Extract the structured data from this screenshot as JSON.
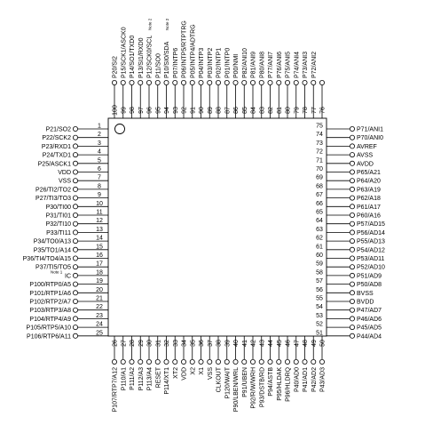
{
  "package": {
    "left_pins": [
      {
        "num": "1",
        "label": "P21/SO2"
      },
      {
        "num": "2",
        "label": "P22/SCK2"
      },
      {
        "num": "3",
        "label": "P23/RXD1"
      },
      {
        "num": "4",
        "label": "P24/TXD1"
      },
      {
        "num": "5",
        "label": "P25/ASCK1"
      },
      {
        "num": "6",
        "label": "VDD"
      },
      {
        "num": "7",
        "label": "VSS"
      },
      {
        "num": "8",
        "label": "P26/TI2/TO2"
      },
      {
        "num": "9",
        "label": "P27/TI3/TO3"
      },
      {
        "num": "10",
        "label": "P30/TI00"
      },
      {
        "num": "11",
        "label": "P31/TI01"
      },
      {
        "num": "12",
        "label": "P32/TI10"
      },
      {
        "num": "13",
        "label": "P33/TI11"
      },
      {
        "num": "14",
        "label": "P34/TO0/A13"
      },
      {
        "num": "15",
        "label": "P35/TO1/A14"
      },
      {
        "num": "16",
        "label": "P36/TI4/TO4/A15"
      },
      {
        "num": "17",
        "label": "P37/TI5/TO5"
      },
      {
        "num": "18",
        "label": "IC",
        "note": "Note 1"
      },
      {
        "num": "19",
        "label": "P100/RTP0/A5"
      },
      {
        "num": "20",
        "label": "P101/RTP1/A6"
      },
      {
        "num": "21",
        "label": "P102/RTP2/A7"
      },
      {
        "num": "22",
        "label": "P103/RTP3/A8"
      },
      {
        "num": "23",
        "label": "P104/RTP4/A9"
      },
      {
        "num": "24",
        "label": "P105/RTP5/A10"
      },
      {
        "num": "25",
        "label": "P106/RTP6/A11"
      }
    ],
    "right_pins": [
      {
        "num": "75",
        "label": "P71/ANI1"
      },
      {
        "num": "74",
        "label": "P70/ANI0"
      },
      {
        "num": "73",
        "label": "AVREF"
      },
      {
        "num": "72",
        "label": "AVSS"
      },
      {
        "num": "71",
        "label": "AVDD"
      },
      {
        "num": "70",
        "label": "P65/A21"
      },
      {
        "num": "69",
        "label": "P64/A20"
      },
      {
        "num": "68",
        "label": "P63/A19"
      },
      {
        "num": "67",
        "label": "P62/A18"
      },
      {
        "num": "66",
        "label": "P61/A17"
      },
      {
        "num": "65",
        "label": "P60/A16"
      },
      {
        "num": "64",
        "label": "P57/AD15"
      },
      {
        "num": "63",
        "label": "P56/AD14"
      },
      {
        "num": "62",
        "label": "P55/AD13"
      },
      {
        "num": "61",
        "label": "P54/AD12"
      },
      {
        "num": "60",
        "label": "P53/AD11"
      },
      {
        "num": "59",
        "label": "P52/AD10"
      },
      {
        "num": "58",
        "label": "P51/AD9"
      },
      {
        "num": "57",
        "label": "P50/AD8"
      },
      {
        "num": "56",
        "label": "BVSS"
      },
      {
        "num": "55",
        "label": "BVDD"
      },
      {
        "num": "54",
        "label": "P47/AD7"
      },
      {
        "num": "53",
        "label": "P46/AD6"
      },
      {
        "num": "52",
        "label": "P45/AD5"
      },
      {
        "num": "51",
        "label": "P44/AD4"
      }
    ],
    "top_pins": [
      {
        "num": "100",
        "label": "P20/SI2"
      },
      {
        "num": "99",
        "label": "P15/SCK1/ASCK0"
      },
      {
        "num": "98",
        "label": "P14/SO1/TXD0"
      },
      {
        "num": "97",
        "label": "P13/SI1/RXD0"
      },
      {
        "num": "96",
        "label": "P12/SCK0/SCL",
        "note": "Note 2"
      },
      {
        "num": "95",
        "label": "P11/SO0"
      },
      {
        "num": "94",
        "label": "P10/SI0/SDA",
        "note": "Note 2"
      },
      {
        "num": "93",
        "label": "P07/INTP6"
      },
      {
        "num": "92",
        "label": "P06/INTP5/RTPTRG"
      },
      {
        "num": "91",
        "label": "P05/INTP4/ADTRG"
      },
      {
        "num": "90",
        "label": "P04/INTP3"
      },
      {
        "num": "89",
        "label": "P03/INTP2"
      },
      {
        "num": "88",
        "label": "P02/INTP1"
      },
      {
        "num": "87",
        "label": "P01/INTP0"
      },
      {
        "num": "86",
        "label": "P00/NMI"
      },
      {
        "num": "85",
        "label": "P82/ANI10"
      },
      {
        "num": "84",
        "label": "P81/ANI9"
      },
      {
        "num": "83",
        "label": "P80/ANI8"
      },
      {
        "num": "82",
        "label": "P77/ANI7"
      },
      {
        "num": "81",
        "label": "P76/ANI6"
      },
      {
        "num": "80",
        "label": "P75/ANI5"
      },
      {
        "num": "79",
        "label": "P74/ANI4"
      },
      {
        "num": "78",
        "label": "P73/ANI3"
      },
      {
        "num": "77",
        "label": "P72/ANI2"
      },
      {
        "num": "76",
        "label": ""
      }
    ],
    "bottom_pins": [
      {
        "num": "26",
        "label": "P107/RTP7/A12"
      },
      {
        "num": "27",
        "label": "P110/A1"
      },
      {
        "num": "28",
        "label": "P111/A2"
      },
      {
        "num": "29",
        "label": "P112/A3"
      },
      {
        "num": "30",
        "label": "P113/A4"
      },
      {
        "num": "31",
        "label": "RESET"
      },
      {
        "num": "32",
        "label": "P114/XT1"
      },
      {
        "num": "33",
        "label": "XT2"
      },
      {
        "num": "34",
        "label": "VDD"
      },
      {
        "num": "35",
        "label": "X2"
      },
      {
        "num": "36",
        "label": "X1"
      },
      {
        "num": "37",
        "label": "VSS"
      },
      {
        "num": "38",
        "label": "CLKOUT"
      },
      {
        "num": "39",
        "label": "P120/WAIT"
      },
      {
        "num": "40",
        "label": "P90/LBEN/WRL"
      },
      {
        "num": "41",
        "label": "P91/UBEN"
      },
      {
        "num": "42",
        "label": "P92/R/W/WRH"
      },
      {
        "num": "43",
        "label": "P93/DSTB/RD"
      },
      {
        "num": "44",
        "label": "P94/ASTB"
      },
      {
        "num": "45",
        "label": "P95/HLDAK"
      },
      {
        "num": "46",
        "label": "P96/HLDRQ"
      },
      {
        "num": "47",
        "label": "P40/AD0"
      },
      {
        "num": "48",
        "label": "P41/AD1"
      },
      {
        "num": "49",
        "label": "P42/AD2"
      },
      {
        "num": "50",
        "label": "P43/AD3"
      }
    ]
  }
}
